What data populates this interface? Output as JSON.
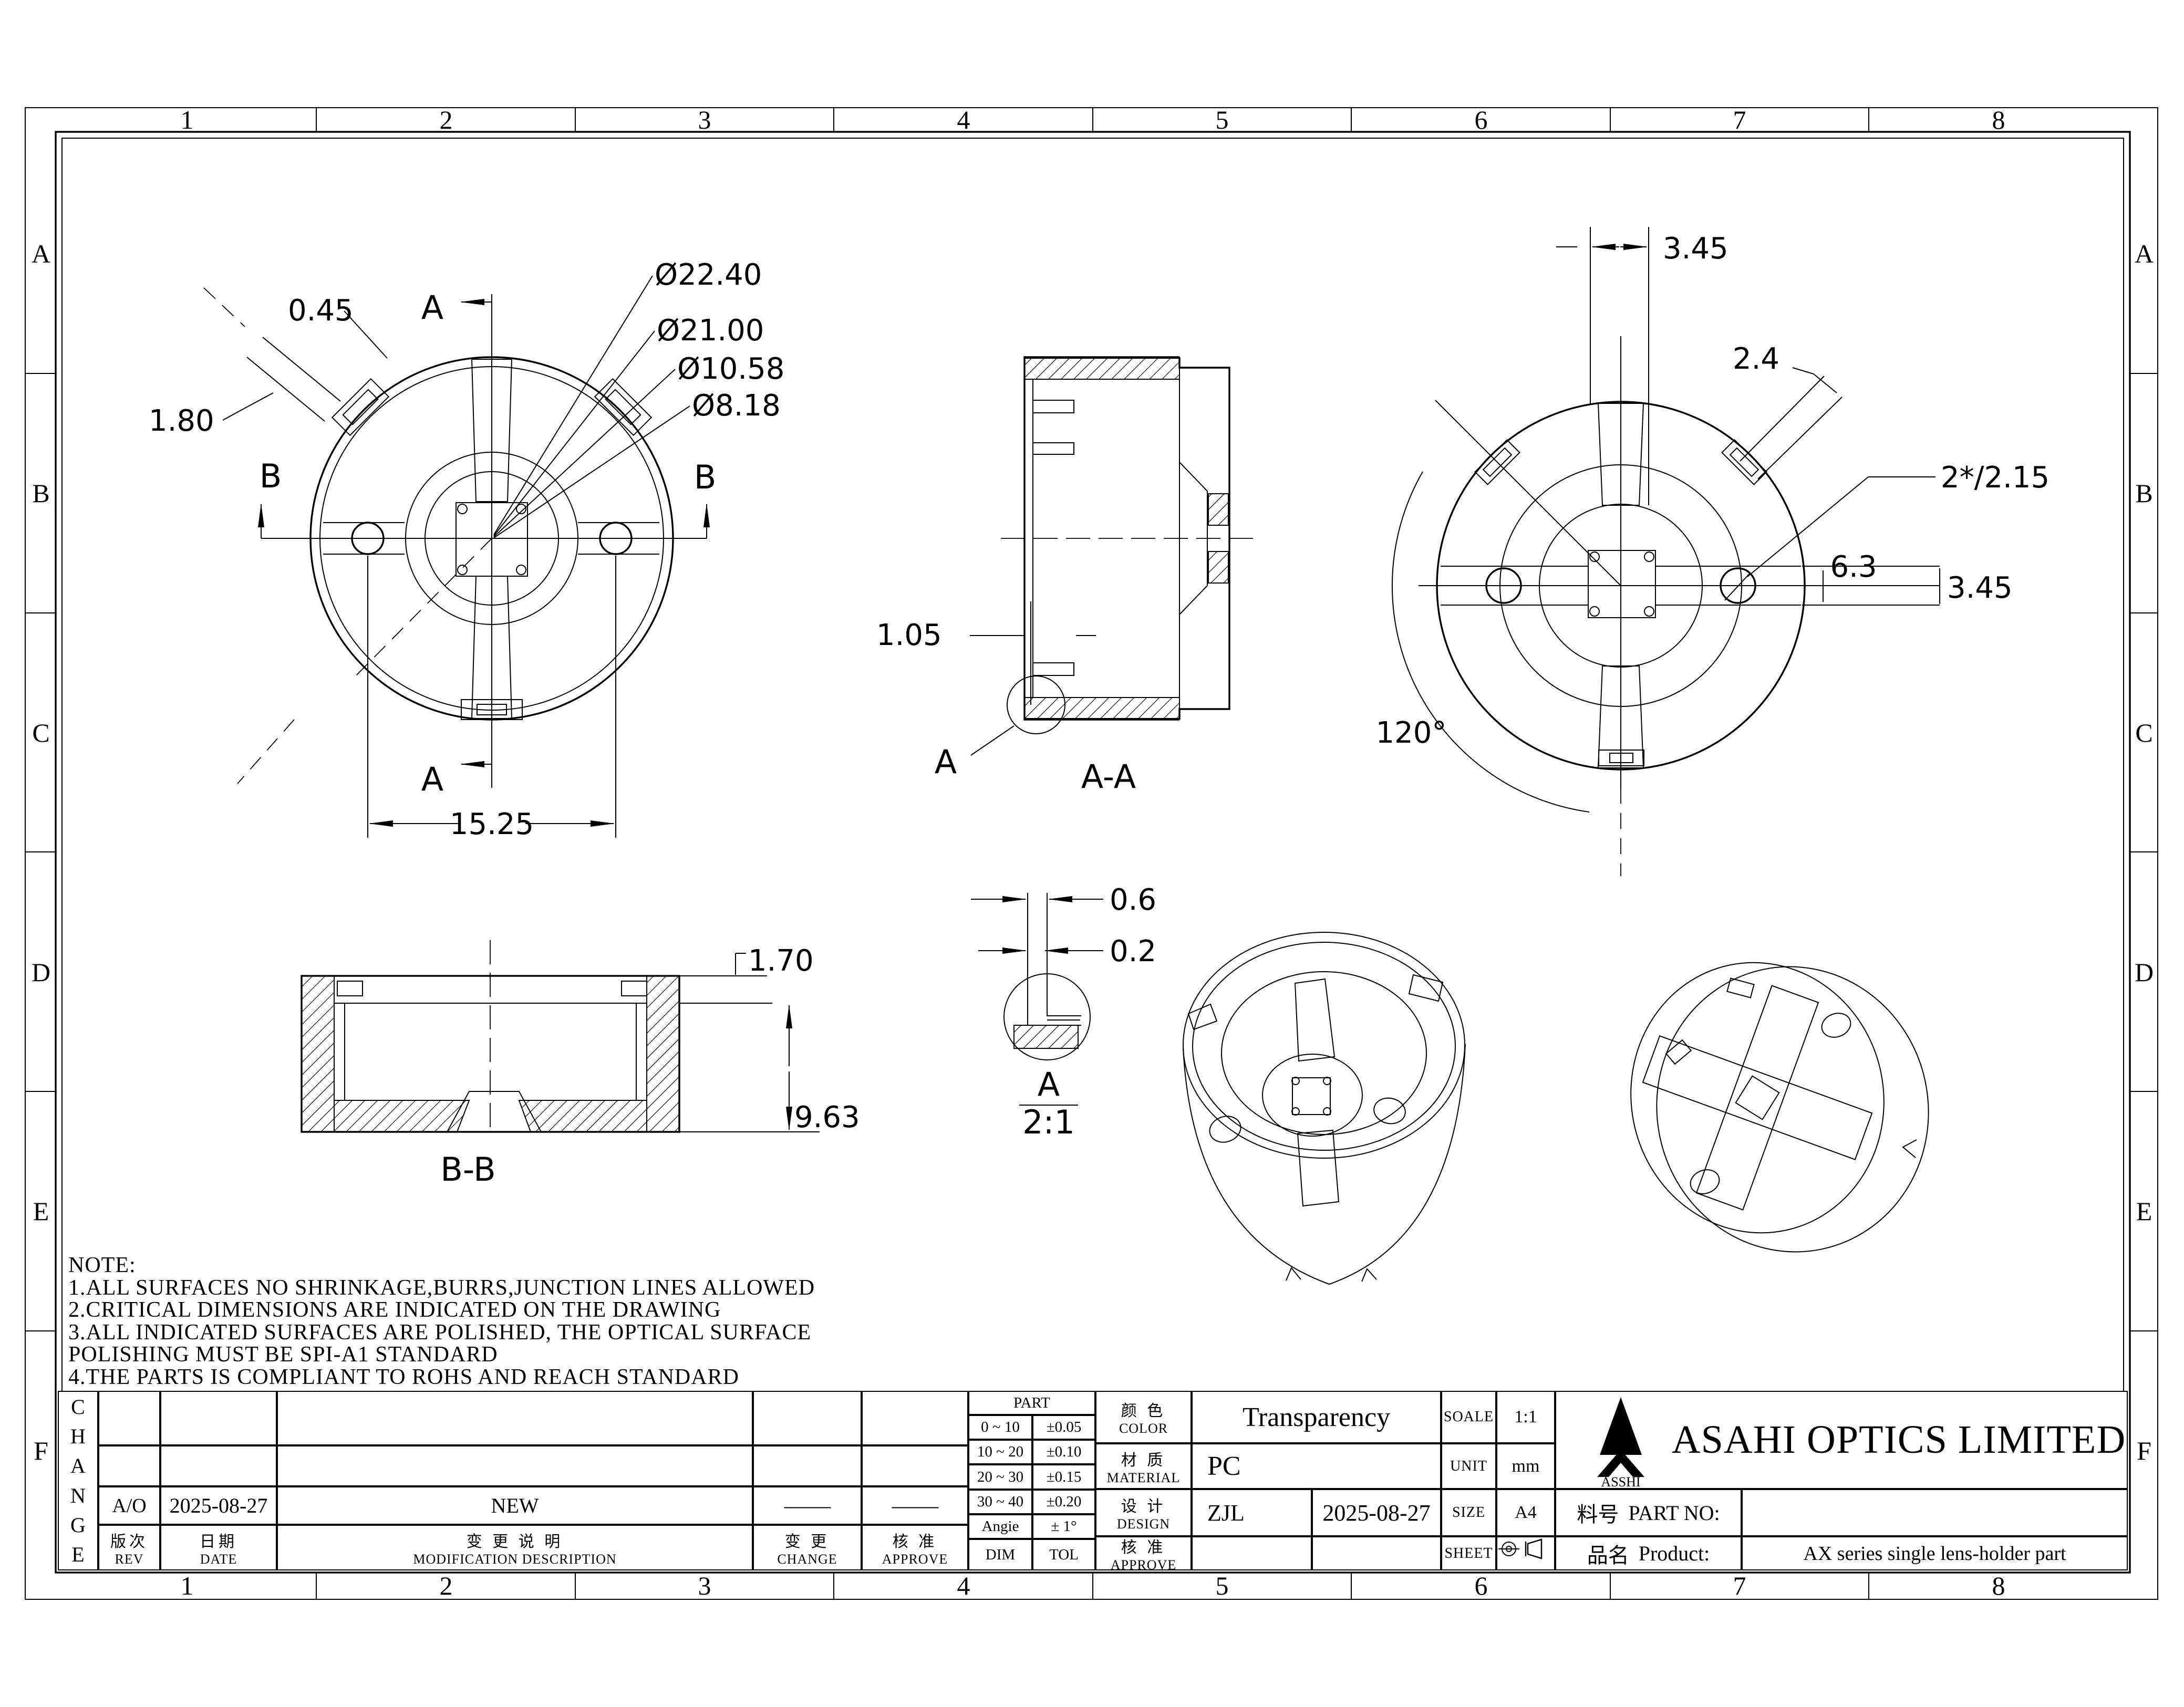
{
  "border": {
    "cols": [
      "1",
      "2",
      "3",
      "4",
      "5",
      "6",
      "7",
      "8"
    ],
    "rows": [
      "A",
      "B",
      "C",
      "D",
      "E",
      "F"
    ]
  },
  "front": {
    "dia1": "Ø22.40",
    "dia2": "Ø21.00",
    "dia3": "Ø10.58",
    "dia4": "Ø8.18",
    "chamfer": "0.45",
    "tab": "1.80",
    "span": "15.25",
    "sec_a": "A",
    "sec_b": "B"
  },
  "section_aa": {
    "caption": "A-A",
    "wall": "1.05",
    "detail": "A"
  },
  "back": {
    "hub": "3.45",
    "slot": "2.4",
    "holes": "2*/2.15",
    "off1": "6.3",
    "off2": "3.45",
    "angle": "120°"
  },
  "section_bb": {
    "caption": "B-B",
    "step": "1.70",
    "height": "9.63"
  },
  "detail_a": {
    "caption": "A",
    "scale": "2:1",
    "gap1": "0.6",
    "gap2": "0.2"
  },
  "note": {
    "title": "NOTE:",
    "lines": [
      "1.ALL SURFACES NO SHRINKAGE,BURRS,JUNCTION LINES ALLOWED",
      "2.CRITICAL DIMENSIONS ARE INDICATED ON THE DRAWING",
      "3.ALL INDICATED SURFACES ARE POLISHED, THE OPTICAL SURFACE",
      "POLISHING MUST BE SPI-A1 STANDARD",
      "4.THE PARTS IS COMPLIANT TO ROHS AND REACH STANDARD"
    ]
  },
  "titleblock": {
    "change_label": "CHANGE",
    "rev_row": {
      "rev": "A/O",
      "date": "2025-08-27",
      "desc": "NEW",
      "change": "—",
      "approve": "—"
    },
    "headers": {
      "rev_cn": "版次",
      "rev_en": "REV",
      "date_cn": "日期",
      "date_en": "DATE",
      "desc_cn": "变 更 说 明",
      "desc_en": "MODIFICATION DESCRIPTION",
      "change_cn": "变 更",
      "change_en": "CHANGE",
      "approve_cn": "核 准",
      "approve_en": "APPROVE"
    },
    "tol": {
      "header": "PART",
      "rows": [
        [
          "0 ~ 10",
          "±0.05"
        ],
        [
          "10 ~ 20",
          "±0.10"
        ],
        [
          "20 ~ 30",
          "±0.15"
        ],
        [
          "30 ~ 40",
          "±0.20"
        ],
        [
          "Angie",
          "±  1°"
        ]
      ],
      "dim": "DIM",
      "tol": "TOL"
    },
    "info": {
      "color_cn": "颜 色",
      "color_en": "COLOR",
      "color_val": "Transparency",
      "mat_cn": "材 质",
      "mat_en": "MATERIAL",
      "mat_val": "PC",
      "design_cn": "设 计",
      "design_en": "DESIGN",
      "design_name": "ZJL",
      "design_date": "2025-08-27",
      "appr_cn": "核 准",
      "appr_en": "APPROVE",
      "appr_name": "",
      "appr_date": ""
    },
    "meta": {
      "scale_l": "SOALE",
      "scale_v": "1:1",
      "unit_l": "UNIT",
      "unit_v": "mm",
      "size_l": "SIZE",
      "size_v": "A4",
      "sheet_l": "SHEET"
    },
    "company": {
      "name": "ASAHI OPTICS LIMITED",
      "logo": "ASSHI",
      "partno_cn": "料号",
      "partno_en": "PART NO:",
      "partno_val": "",
      "product_cn": "品名",
      "product_en": "Product:",
      "product_val": "AX series single lens-holder part"
    }
  }
}
